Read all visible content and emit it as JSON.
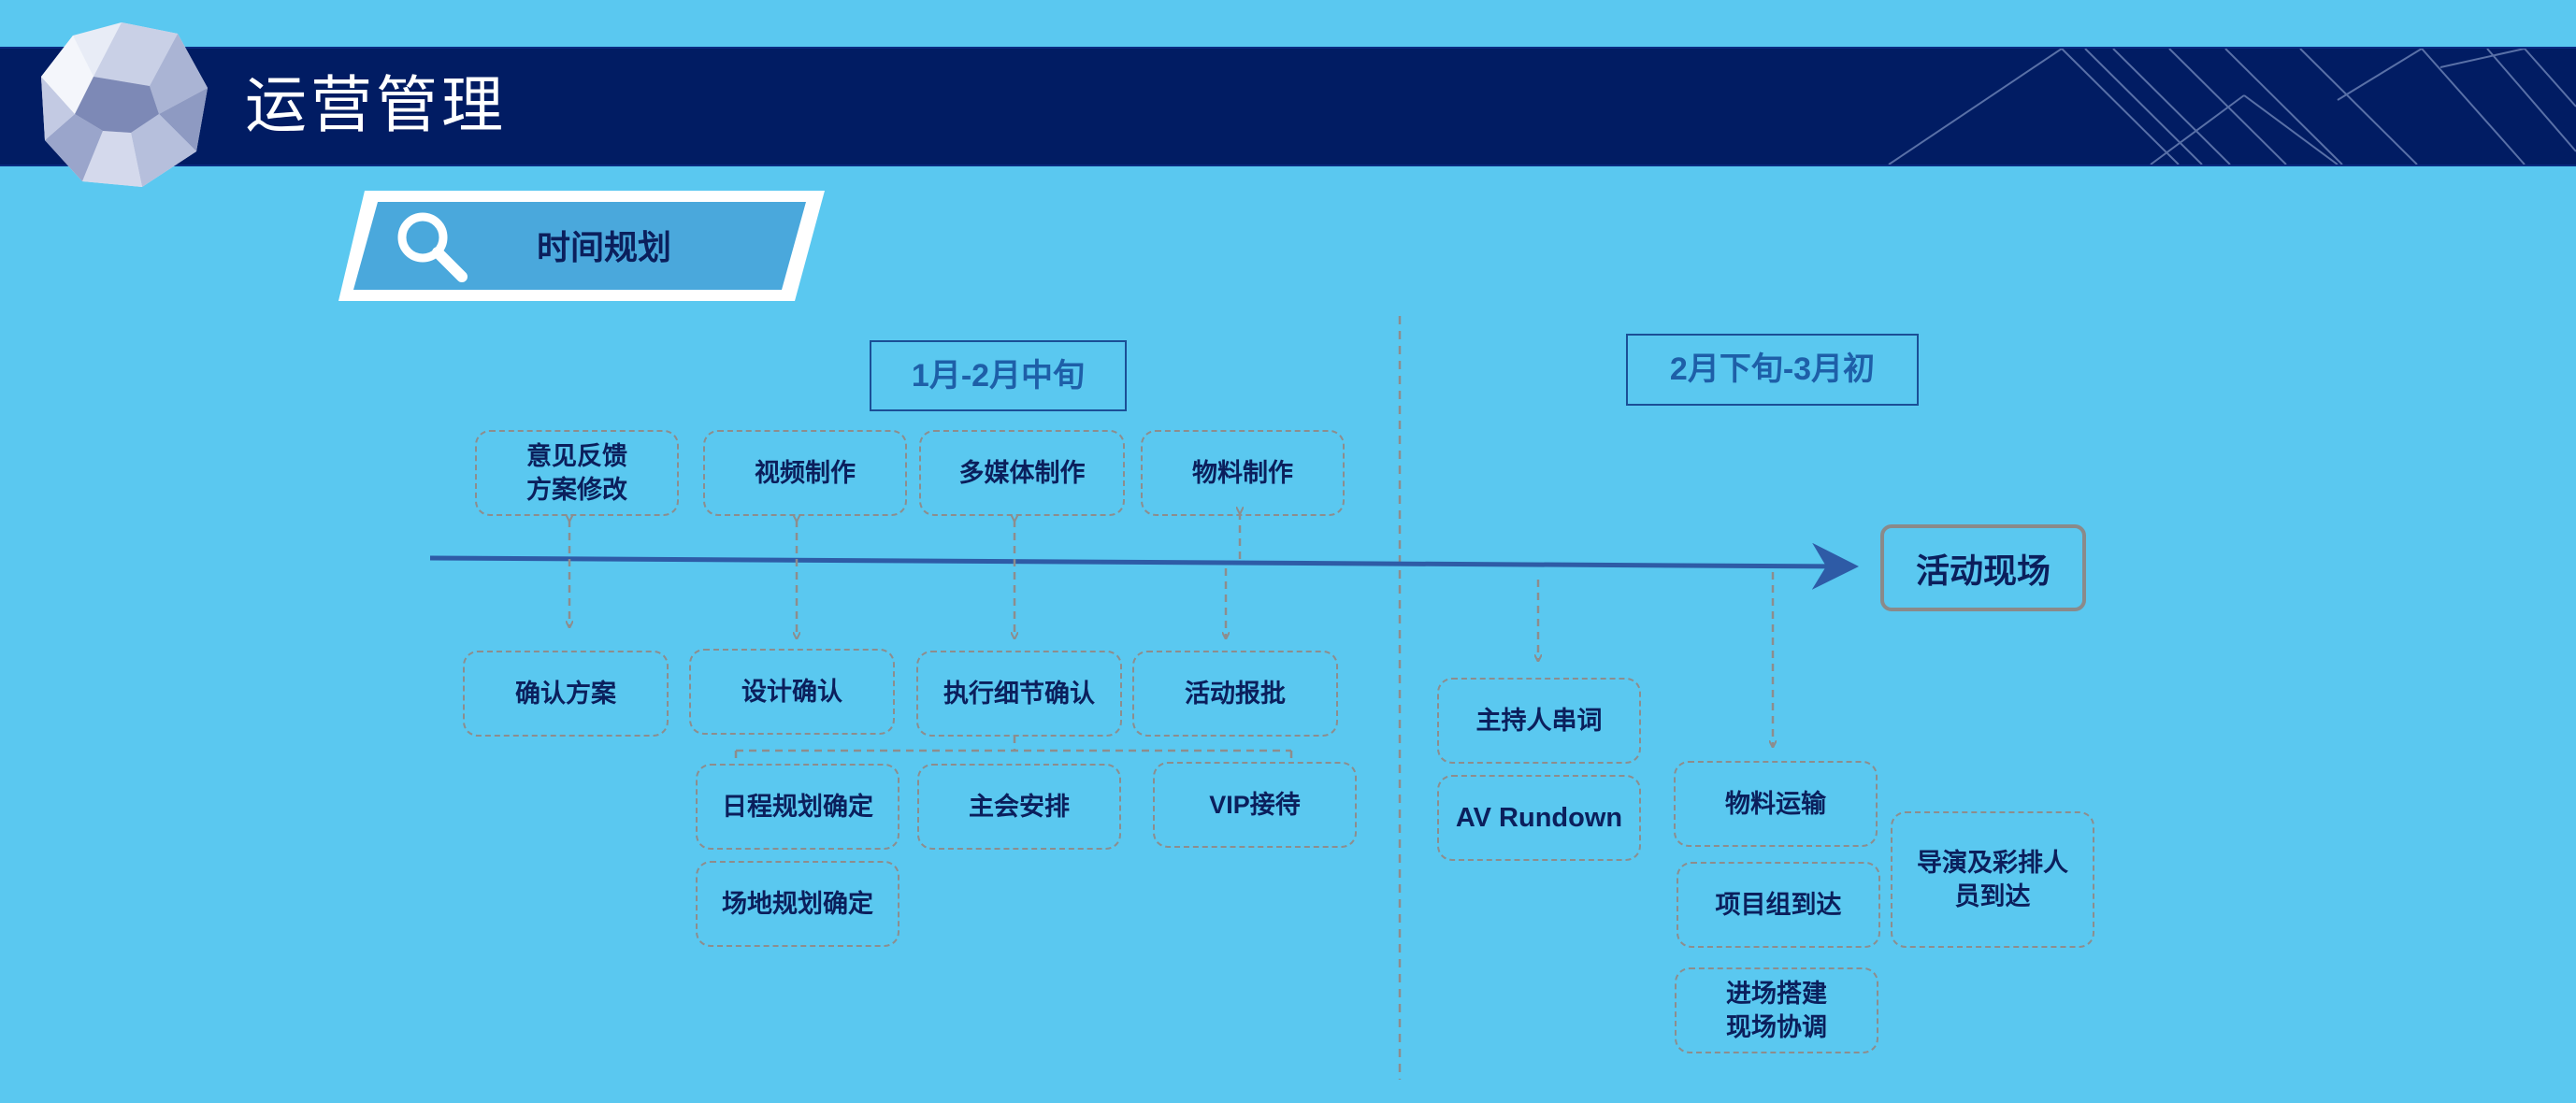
{
  "header": {
    "title": "运营管理"
  },
  "section": {
    "label": "时间规划",
    "icon": "search-icon"
  },
  "phases": [
    {
      "label": "1月-2月中旬"
    },
    {
      "label": "2月下旬-3月初"
    }
  ],
  "event": {
    "label": "活动现场"
  },
  "top_boxes": [
    {
      "label": "意见反馈\n方案修改"
    },
    {
      "label": "视频制作"
    },
    {
      "label": "多媒体制作"
    },
    {
      "label": "物料制作"
    }
  ],
  "bottom_boxes": [
    {
      "label": "确认方案"
    },
    {
      "label": "设计确认"
    },
    {
      "label": "执行细节确认"
    },
    {
      "label": "活动报批"
    },
    {
      "label": "日程规划确定"
    },
    {
      "label": "主会安排"
    },
    {
      "label": "VIP接待"
    },
    {
      "label": "场地规划确定"
    }
  ],
  "phase2_boxes": [
    {
      "label": "主持人串词"
    },
    {
      "label": "AV Rundown"
    },
    {
      "label": "物料运输"
    },
    {
      "label": "项目组到达"
    },
    {
      "label": "进场搭建\n现场协调"
    },
    {
      "label": "导演及彩排人\n员到达"
    }
  ],
  "colors": {
    "background": "#5ac8f0",
    "header": "#011c63",
    "timeline": "#2e5ba6",
    "box_border": "#8d8d8d",
    "text": "#0b1f5c",
    "phase_text": "#1e5fa8"
  }
}
